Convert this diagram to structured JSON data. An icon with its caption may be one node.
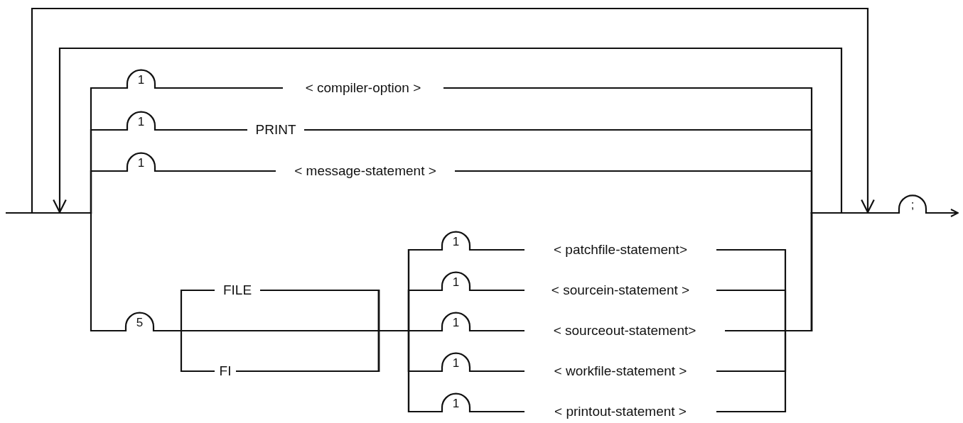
{
  "diagram": {
    "nodes": [
      {
        "text": [
          "1"
        ]
      },
      {
        "text": [
          "< compiler-option >"
        ]
      },
      {
        "text": [
          "1"
        ]
      },
      {
        "text": [
          "PRINT"
        ]
      },
      {
        "text": [
          "1"
        ]
      },
      {
        "text": [
          "< message-statement >"
        ]
      },
      {
        "text": [
          "5"
        ]
      },
      {
        "text": [
          "FILE"
        ]
      },
      {
        "text": [
          "FI"
        ]
      },
      {
        "text": [
          "1"
        ]
      },
      {
        "text": [
          "< patchfile-statement>"
        ]
      },
      {
        "text": [
          "1"
        ]
      },
      {
        "text": [
          "< sourcein-statement >"
        ]
      },
      {
        "text": [
          "1"
        ]
      },
      {
        "text": [
          "< sourceout-statement>"
        ]
      },
      {
        "text": [
          "1"
        ]
      },
      {
        "text": [
          "< workfile-statement >"
        ]
      },
      {
        "text": [
          "1"
        ]
      },
      {
        "text": [
          "< printout-statement >"
        ]
      },
      {
        "text": [
          ";"
        ]
      }
    ],
    "edges": [
      {
        "from": null,
        "to": 0,
        "arrow": "none"
      },
      {
        "from": 0,
        "to": 1,
        "arrow": "none"
      },
      {
        "from": 1,
        "to": 19,
        "arrow": "none"
      },
      {
        "from": null,
        "to": 2,
        "arrow": "none"
      },
      {
        "from": 2,
        "to": 3,
        "arrow": "none"
      },
      {
        "from": 3,
        "to": 19,
        "arrow": "none"
      },
      {
        "from": null,
        "to": 4,
        "arrow": "none"
      },
      {
        "from": 4,
        "to": 5,
        "arrow": "none"
      },
      {
        "from": 5,
        "to": 19,
        "arrow": "none"
      },
      {
        "from": null,
        "to": 6,
        "arrow": "none"
      },
      {
        "from": 6,
        "to": 7,
        "arrow": "none"
      },
      {
        "from": 6,
        "to": 8,
        "arrow": "none"
      },
      {
        "from": 7,
        "to": 9,
        "arrow": "none"
      },
      {
        "from": 7,
        "to": 11,
        "arrow": "none"
      },
      {
        "from": 7,
        "to": 13,
        "arrow": "none"
      },
      {
        "from": 7,
        "to": 15,
        "arrow": "none"
      },
      {
        "from": 7,
        "to": 17,
        "arrow": "none"
      },
      {
        "from": 8,
        "to": 9,
        "arrow": "none"
      },
      {
        "from": 8,
        "to": 11,
        "arrow": "none"
      },
      {
        "from": 8,
        "to": 13,
        "arrow": "none"
      },
      {
        "from": 8,
        "to": 15,
        "arrow": "none"
      },
      {
        "from": 8,
        "to": 17,
        "arrow": "none"
      },
      {
        "from": 9,
        "to": 10,
        "arrow": "none"
      },
      {
        "from": 11,
        "to": 12,
        "arrow": "none"
      },
      {
        "from": 13,
        "to": 14,
        "arrow": "none"
      },
      {
        "from": 15,
        "to": 16,
        "arrow": "none"
      },
      {
        "from": 17,
        "to": 18,
        "arrow": "none"
      },
      {
        "from": 10,
        "to": 19,
        "arrow": "none"
      },
      {
        "from": 12,
        "to": 19,
        "arrow": "none"
      },
      {
        "from": 14,
        "to": 19,
        "arrow": "none"
      },
      {
        "from": 16,
        "to": 19,
        "arrow": "none"
      },
      {
        "from": 18,
        "to": 19,
        "arrow": "none"
      },
      {
        "from": 19,
        "to": null,
        "arrow": "to"
      }
    ]
  }
}
